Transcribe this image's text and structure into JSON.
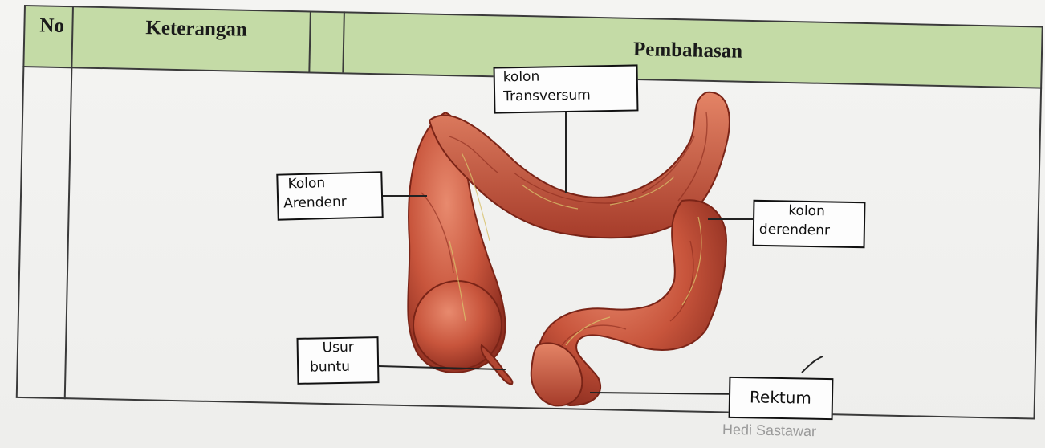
{
  "table": {
    "headers": {
      "no": "No",
      "keterangan": "Keterangan",
      "pembahasan": "Pembahasan"
    }
  },
  "diagram": {
    "labels": {
      "kolon_transversum": [
        "kolon",
        "Transversum"
      ],
      "kolon_asendens": [
        "Kolon",
        "Arendenr"
      ],
      "kolon_desendens": [
        "kolon",
        "derendenr"
      ],
      "usus_buntu": [
        "Usur",
        "buntu"
      ],
      "rektum": [
        "Rektum"
      ]
    },
    "credit": "Hedi Sastawar"
  }
}
